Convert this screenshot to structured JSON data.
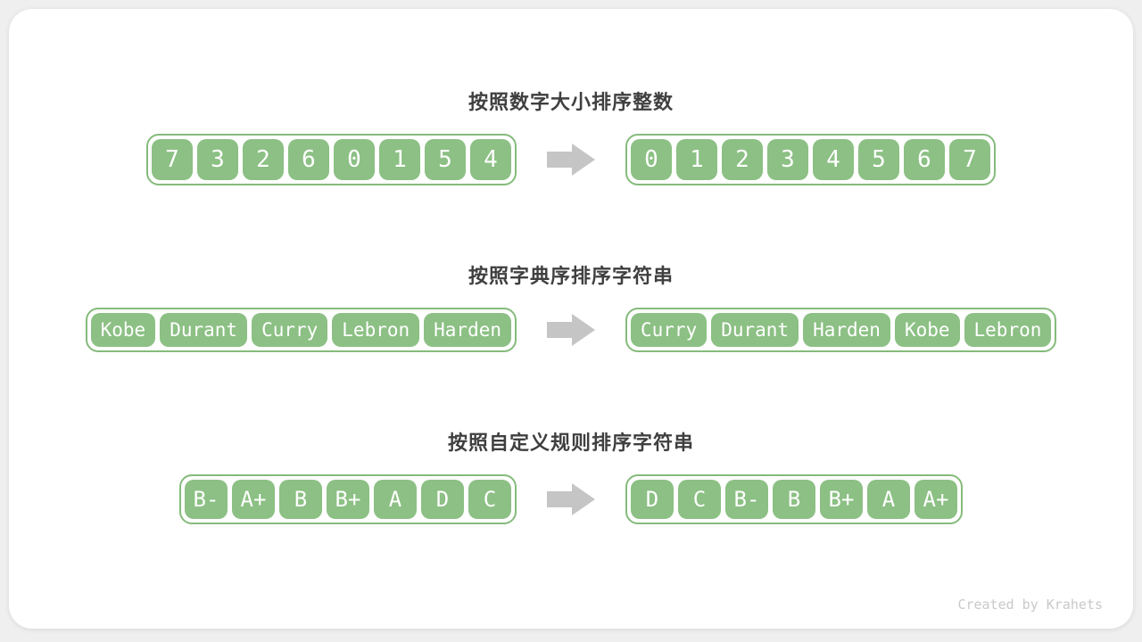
{
  "sections": [
    {
      "title": "按照数字大小排序整数",
      "before": [
        "7",
        "3",
        "2",
        "6",
        "0",
        "1",
        "5",
        "4"
      ],
      "after": [
        "0",
        "1",
        "2",
        "3",
        "4",
        "5",
        "6",
        "7"
      ]
    },
    {
      "title": "按照字典序排序字符串",
      "before": [
        "Kobe",
        "Durant",
        "Curry",
        "Lebron",
        "Harden"
      ],
      "after": [
        "Curry",
        "Durant",
        "Harden",
        "Kobe",
        "Lebron"
      ]
    },
    {
      "title": "按照自定义规则排序字符串",
      "before": [
        "B-",
        "A+",
        "B",
        "B+",
        "A",
        "D",
        "C"
      ],
      "after": [
        "D",
        "C",
        "B-",
        "B",
        "B+",
        "A",
        "A+"
      ]
    }
  ],
  "footer": {
    "text": "Created by Krahets"
  },
  "icons": {
    "arrow": "right-block-arrow-icon"
  },
  "colors": {
    "page_bg": "#efefef",
    "card_bg": "#ffffff",
    "cell_green": "#8cc084",
    "container_border_green": "#85bb7b",
    "cell_text": "#ffffff",
    "title_text": "#3f3f3f",
    "arrow_gray": "#c5c5c5",
    "footer_text": "#c9c9c9"
  }
}
